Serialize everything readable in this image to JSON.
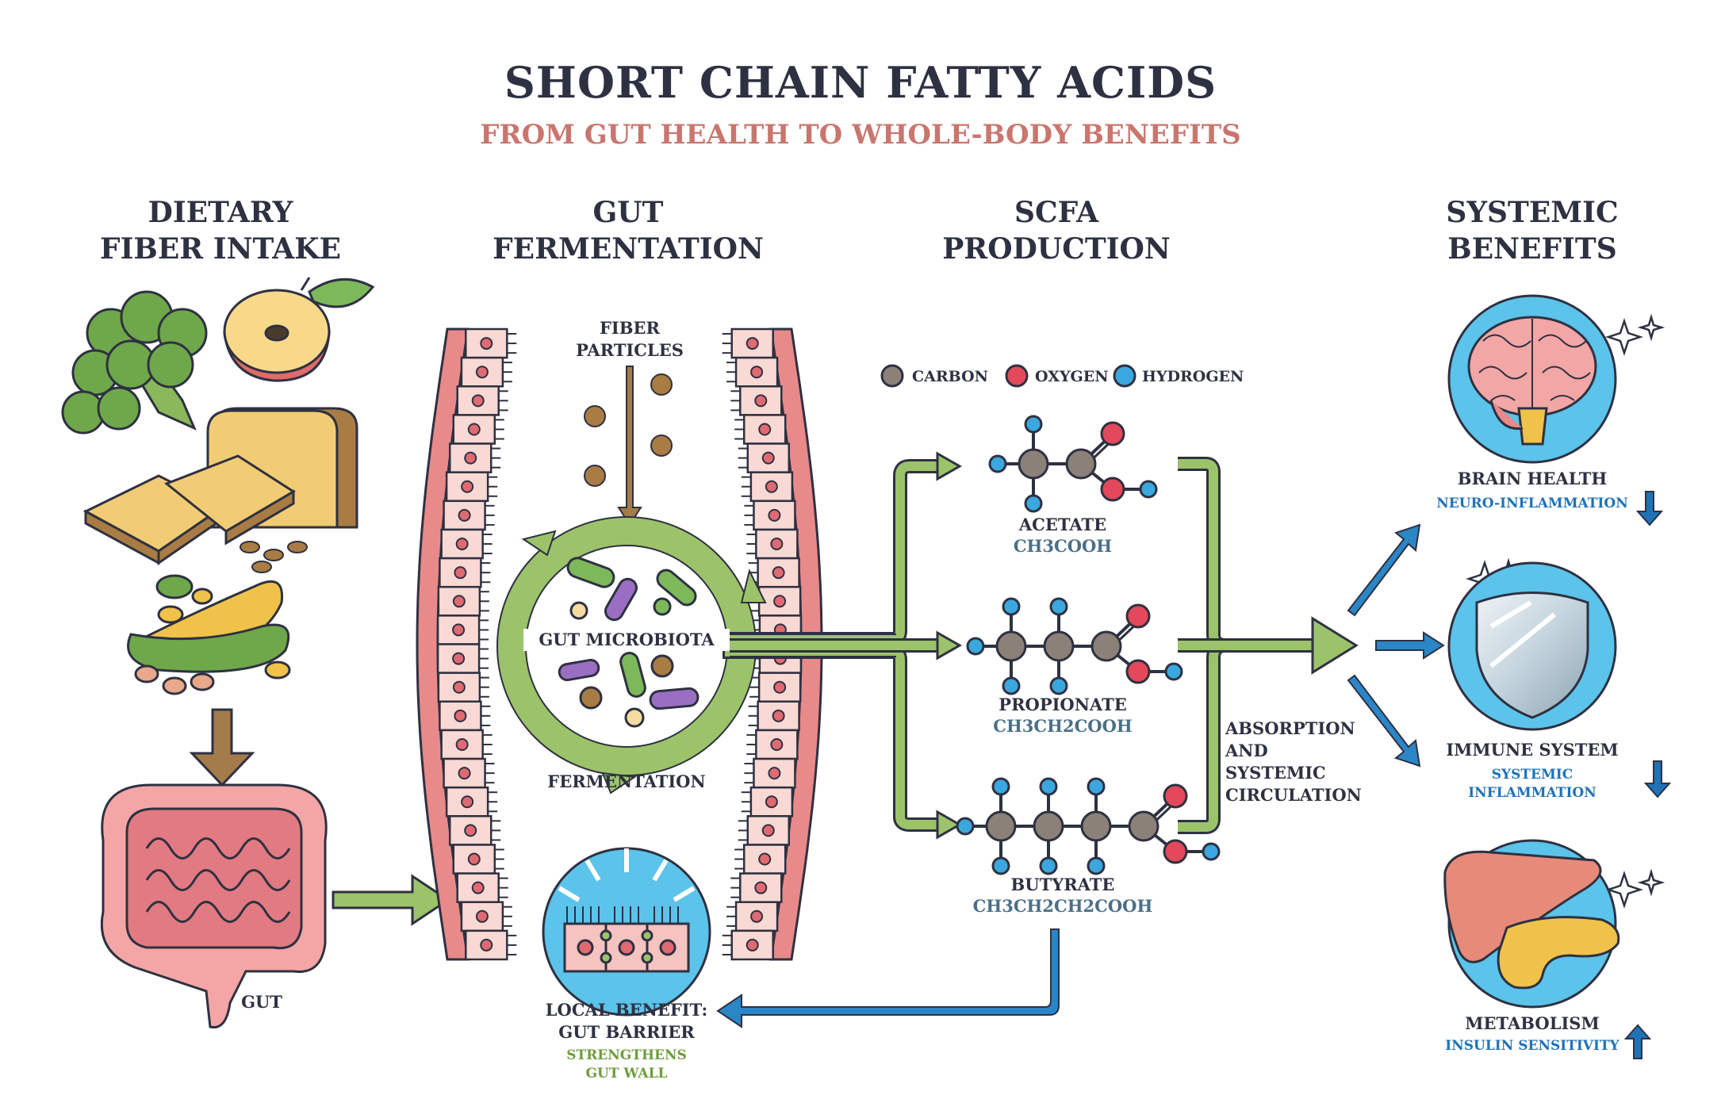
{
  "title": "SHORT CHAIN FATTY ACIDS",
  "subtitle": "FROM GUT HEALTH TO WHOLE-BODY BENEFITS",
  "columns": {
    "dietary": [
      "DIETARY",
      "FIBER INTAKE"
    ],
    "gut": [
      "GUT",
      "FERMENTATION"
    ],
    "scfa": [
      "SCFA",
      "PRODUCTION"
    ],
    "systemic": [
      "SYSTEMIC",
      "BENEFITS"
    ]
  },
  "gut_label": "GUT",
  "fiber_particles": [
    "FIBER",
    "PARTICLES"
  ],
  "gut_microbiota": "GUT MICROBIOTA",
  "fermentation": "FERMENTATION",
  "local_benefit": {
    "title": [
      "LOCAL BENEFIT:",
      "GUT BARRIER"
    ],
    "detail": [
      "STRENGTHENS",
      "GUT WALL"
    ]
  },
  "legend": [
    {
      "name": "CARBON",
      "color": "#8b8178"
    },
    {
      "name": "OXYGEN",
      "color": "#e3495a"
    },
    {
      "name": "HYDROGEN",
      "color": "#3aa7de"
    }
  ],
  "molecules": [
    {
      "name": "ACETATE",
      "formula": "CH3COOH"
    },
    {
      "name": "PROPIONATE",
      "formula": "CH3CH2COOH"
    },
    {
      "name": "BUTYRATE",
      "formula": "CH3CH2CH2COOH"
    }
  ],
  "absorption": [
    "ABSORPTION",
    "AND",
    "SYSTEMIC",
    "CIRCULATION"
  ],
  "benefits": [
    {
      "name": "BRAIN HEALTH",
      "detail": [
        "NEURO-INFLAMMATION"
      ],
      "trend": "down"
    },
    {
      "name": "IMMUNE SYSTEM",
      "detail": [
        "SYSTEMIC",
        "INFLAMMATION"
      ],
      "trend": "down"
    },
    {
      "name": "METABOLISM",
      "detail": [
        "INSULIN SENSITIVITY"
      ],
      "trend": "up"
    }
  ],
  "colors": {
    "dark": "#2e3141",
    "accent_pink": "#c9766f",
    "green_arrow": "#9cc36a",
    "blue_arrow": "#2b86c8",
    "circle_blue": "#5cc3ea",
    "carbon": "#8b8178",
    "oxygen": "#e3495a",
    "hydrogen": "#3aa7de"
  }
}
